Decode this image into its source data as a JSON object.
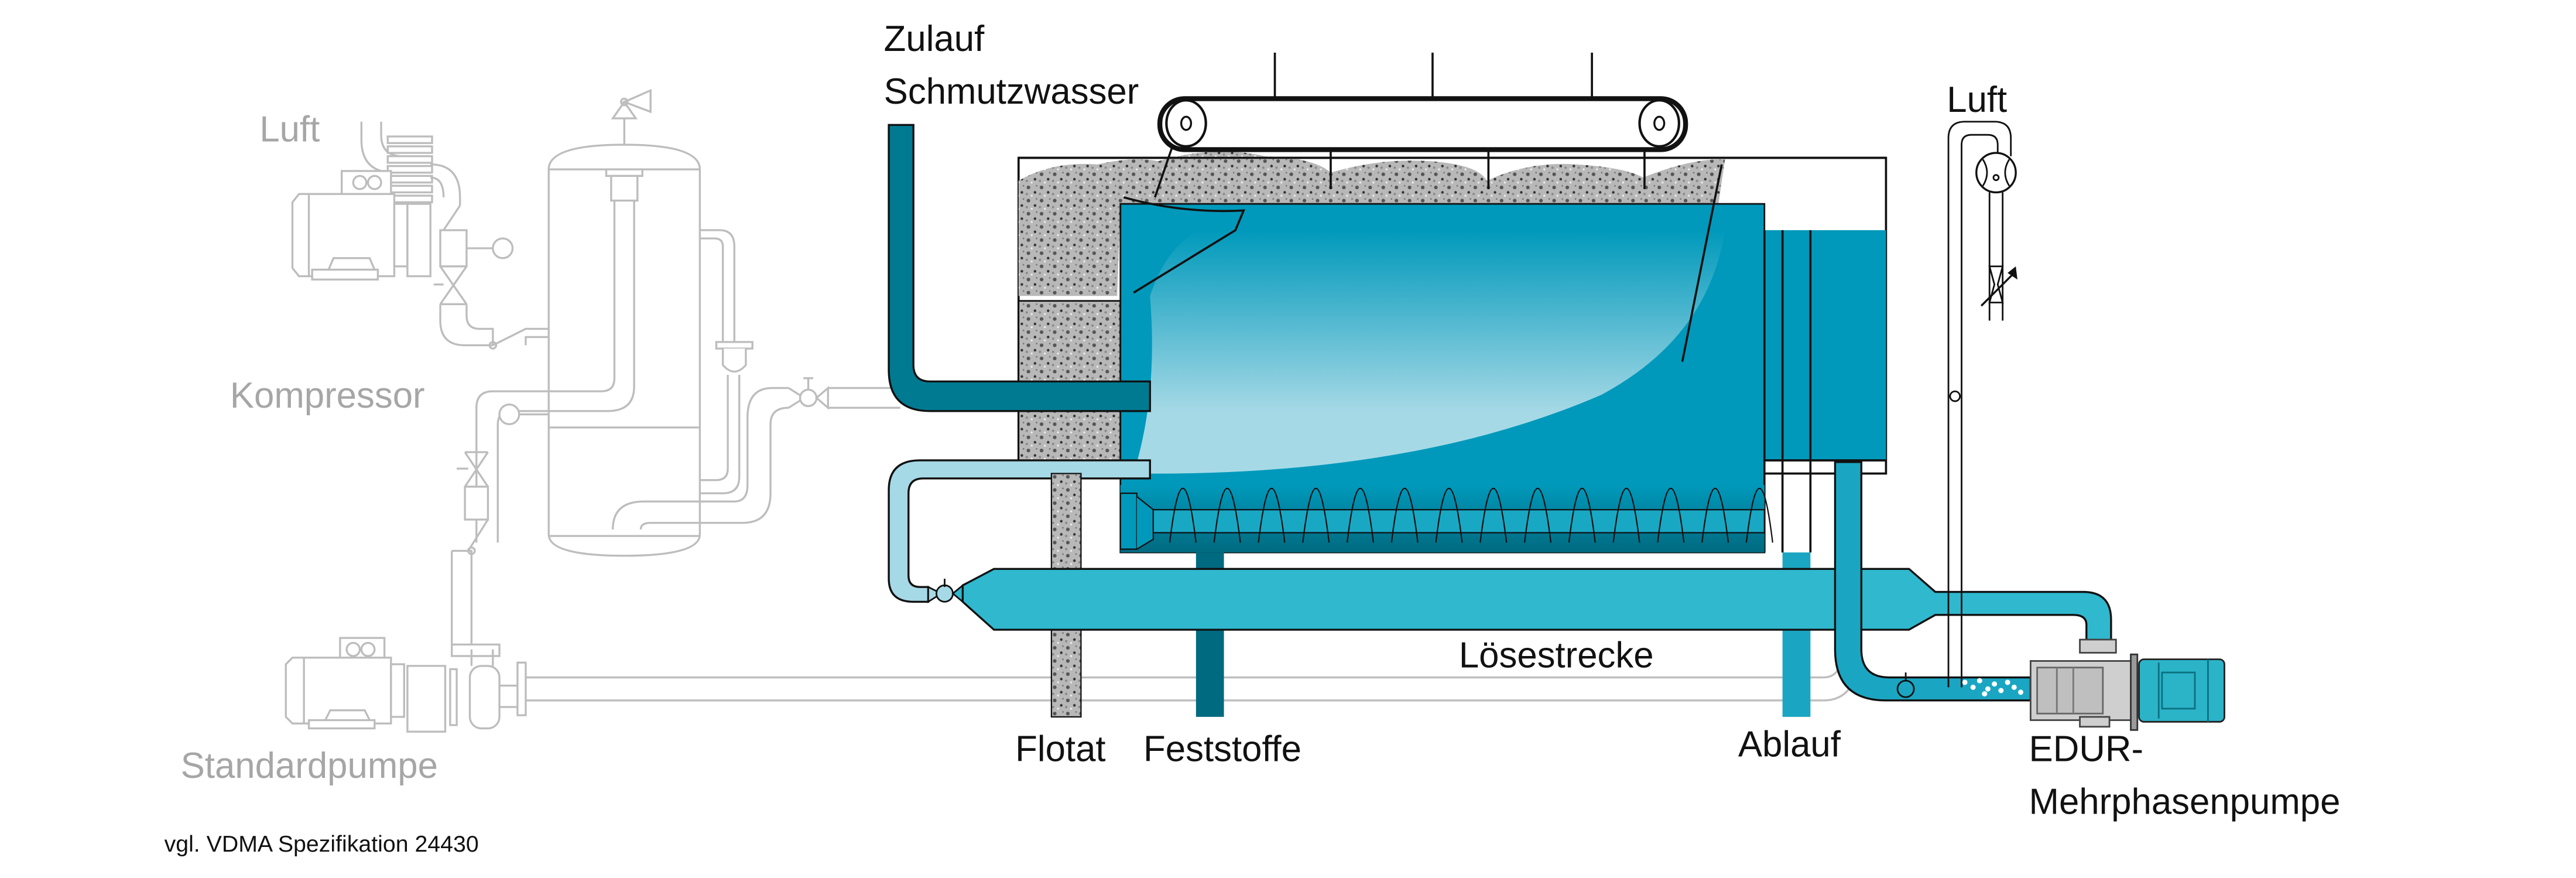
{
  "diagram": {
    "title": "Druckentspannungsflotation mit EDUR-Mehrphasenpumpe",
    "labels": {
      "inlet": [
        "Zulauf",
        "Schmutzwasser"
      ],
      "air_right": "Luft",
      "air_left": "Luft",
      "compressor": "Kompressor",
      "standard_pump": "Standardpumpe",
      "dissolving_line": "Lösestrecke",
      "float": "Flotat",
      "solids": "Feststoffe",
      "outlet": "Ablauf",
      "multiphase_pump": [
        "EDUR-",
        "Mehrphasenpumpe"
      ],
      "reference_note": "vgl. VDMA Spezifikation 24430"
    },
    "colors": {
      "tank_water": "#0099bb",
      "tank_water_dark": "#007a90",
      "dissolving_pipe": "#2fb8ce",
      "recycle_pipe_light": "#a6d9e6",
      "legacy_lines": "#bdbdbd",
      "legacy_text": "#a6a6a6",
      "pump_motor": "#2bb3c8",
      "pump_body": "#cfcfcf",
      "sludge": "#9e9e9e"
    }
  }
}
